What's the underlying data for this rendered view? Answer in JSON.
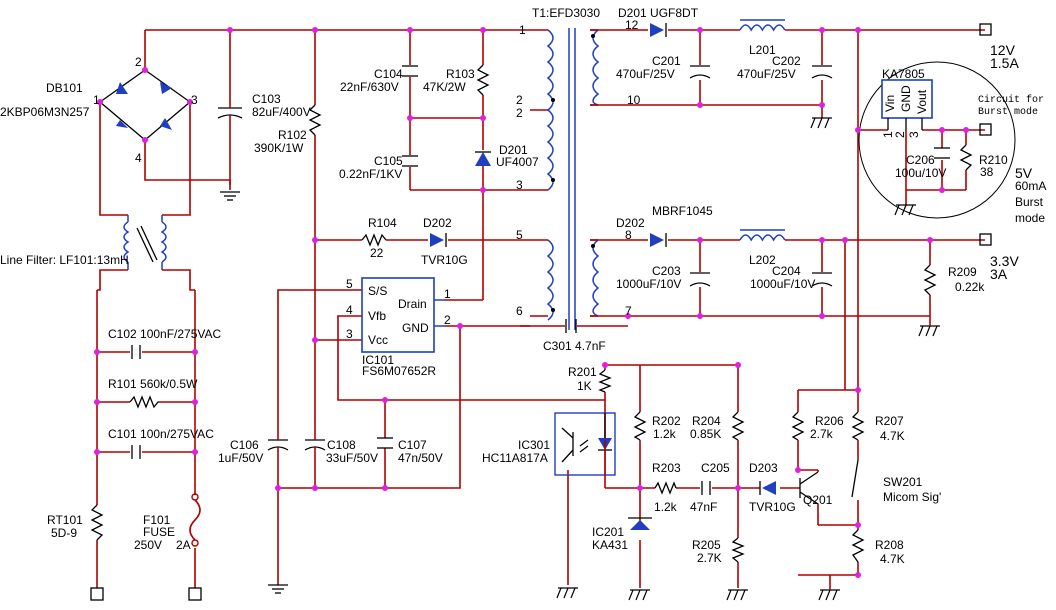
{
  "labels": {
    "db101": "DB101",
    "kbp": "2KBP06M3N257",
    "p1": "1",
    "p2": "2",
    "p3": "3",
    "p4": "4",
    "c103a": "C103",
    "c103b": "82uF/400V",
    "r102a": "R102",
    "r102b": "390K/1W",
    "c104a": "C104",
    "c104b": "22nF/630V",
    "r103a": "R103",
    "r103b": "47K/2W",
    "c105a": "C105",
    "c105b": "0.22nF/1KV",
    "d201a": "D201",
    "d201b": "UF4007",
    "t1": "T1:EFD3030",
    "tp1": "1",
    "tp2a": "2",
    "tp2b": "2",
    "tp3": "3",
    "tp5": "5",
    "tp6": "6",
    "tp12": "12",
    "tp10": "10",
    "tp8": "8",
    "tp7": "7",
    "d201out": "D201 UGF8DT",
    "c201a": "C201",
    "c201b": "470uF/25V",
    "l201": "L201",
    "c202a": "C202",
    "c202b": "470uF/25V",
    "out12a": "12V",
    "out12b": "1.5A",
    "ka7805": "KA7805",
    "vin": "Vin",
    "gnd": "GND",
    "vout": "Vout",
    "kp1": "1",
    "kp2": "2",
    "kp3": "3",
    "burst1": "Circuit for",
    "burst2": "Burst mode",
    "c206a": "C206",
    "c206b": "100u/10V",
    "r210a": "R210",
    "r210b": "38",
    "out5a": "5V",
    "out5b": "60mA",
    "out5c": "Burst",
    "out5d": "mode",
    "lf": "Line Filter: LF101:13mH",
    "r104a": "R104",
    "r104b": "22",
    "d202a": "D202",
    "d202b": "TVR10G",
    "d202out": "D202",
    "mbrf": "MBRF1045",
    "c203a": "C203",
    "c203b": "1000uF/10V",
    "l202": "L202",
    "c204a": "C204",
    "c204b": "1000uF/10V",
    "r209a": "R209",
    "r209b": "0.22k",
    "out33a": "3.3V",
    "out33b": "3A",
    "ss": "S/S",
    "drain": "Drain",
    "vfb": "Vfb",
    "vcc": "Vcc",
    "gndp": "GND",
    "ic5": "5",
    "ic4": "4",
    "ic3": "3",
    "ic1": "1",
    "ic2": "2",
    "ic101a": "IC101",
    "ic101b": "FS6M07652R",
    "c301": "C301 4.7nF",
    "c102": "C102 100nF/275VAC",
    "r101": "R101 560k/0.5W",
    "c101": "C101 100n/275VAC",
    "r201a": "R201",
    "r201b": "1K",
    "r202a": "R202",
    "r202b": "1.2k",
    "r204a": "R204",
    "r204b": "0.85K",
    "r206a": "R206",
    "r206b": "2.7k",
    "r207a": "R207",
    "r207b": "4.7K",
    "c106a": "C106",
    "c106b": "1uF/50V",
    "c108a": "C108",
    "c108b": "33uF/50V",
    "c107a": "C107",
    "c107b": "47n/50V",
    "ic301a": "IC301",
    "ic301b": "HC11A817A",
    "r203a": "R203",
    "r203b": "1.2k",
    "c205a": "C205",
    "c205b": "47nF",
    "d203a": "D203",
    "d203b": "TVR10G",
    "q201": "Q201",
    "sw201a": "SW201",
    "sw201b": "Micom Sig'",
    "rt101a": "RT101",
    "rt101b": "5D-9",
    "f101a": "F101",
    "f101b": "FUSE",
    "f101c": "250V",
    "f101d": "2A",
    "ic201a": "IC201",
    "ic201b": "KA431",
    "r205a": "R205",
    "r205b": "2.7K",
    "r208a": "R208",
    "r208b": "4.7K"
  },
  "colors": {
    "wire": "#b00000",
    "junction": "#e020e0",
    "transformer": "#1f3fbf",
    "component": "#000000"
  }
}
